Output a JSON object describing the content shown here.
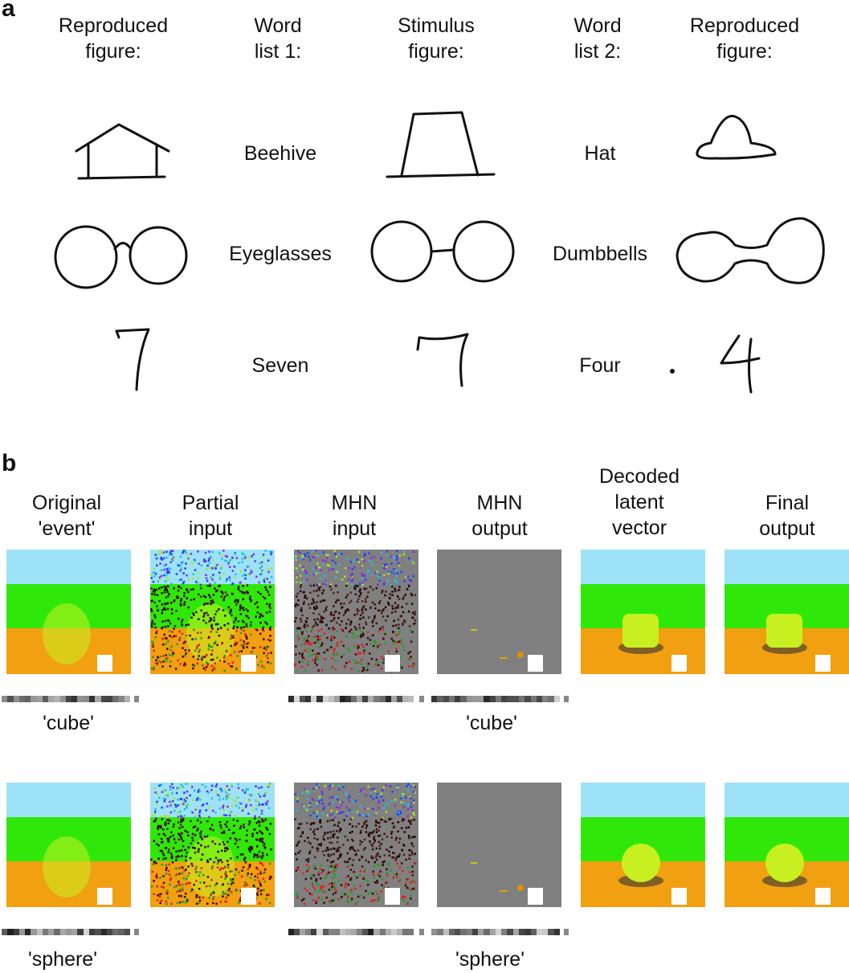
{
  "panel_a": {
    "label": "a",
    "headers": [
      "Reproduced\nfigure:",
      "Word\nlist 1:",
      "Stimulus\nfigure:",
      "Word\nlist 2:",
      "Reproduced\nfigure:"
    ],
    "rows": [
      {
        "word1": "Beehive",
        "word2": "Hat"
      },
      {
        "word1": "Eyeglasses",
        "word2": "Dumbbells"
      },
      {
        "word1": "Seven",
        "word2": "Four"
      }
    ]
  },
  "panel_b": {
    "label": "b",
    "headers": [
      "Original\n'event'",
      "Partial\ninput",
      "MHN\ninput",
      "MHN\noutput",
      "Decoded\nlatent\nvector",
      "Final\noutput"
    ],
    "rows": [
      {
        "input_label": "'cube'",
        "output_label": "'cube'"
      },
      {
        "input_label": "'sphere'",
        "output_label": "'sphere'"
      }
    ],
    "colors": {
      "sky": "#9ee2f7",
      "grass": "#2fe80a",
      "floor": "#f0a010",
      "object": "#c8f020",
      "gray": "#808080"
    }
  }
}
